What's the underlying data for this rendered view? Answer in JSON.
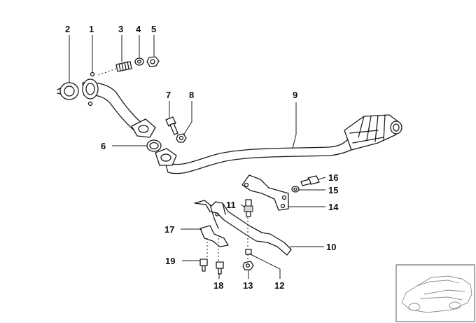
{
  "diagram": {
    "callouts": [
      {
        "id": "c1",
        "label": "1"
      },
      {
        "id": "c2",
        "label": "2"
      },
      {
        "id": "c3",
        "label": "3"
      },
      {
        "id": "c4",
        "label": "4"
      },
      {
        "id": "c5",
        "label": "5"
      },
      {
        "id": "c6",
        "label": "6"
      },
      {
        "id": "c7",
        "label": "7"
      },
      {
        "id": "c8",
        "label": "8"
      },
      {
        "id": "c9",
        "label": "9"
      },
      {
        "id": "c10",
        "label": "10"
      },
      {
        "id": "c11",
        "label": "11"
      },
      {
        "id": "c12",
        "label": "12"
      },
      {
        "id": "c13",
        "label": "13"
      },
      {
        "id": "c14",
        "label": "14"
      },
      {
        "id": "c15",
        "label": "15"
      },
      {
        "id": "c16",
        "label": "16"
      },
      {
        "id": "c17",
        "label": "17"
      },
      {
        "id": "c18",
        "label": "18"
      },
      {
        "id": "c19",
        "label": "19"
      }
    ]
  },
  "colors": {
    "line": "#1a1a1a",
    "background": "#ffffff",
    "inset_border": "#555555"
  }
}
